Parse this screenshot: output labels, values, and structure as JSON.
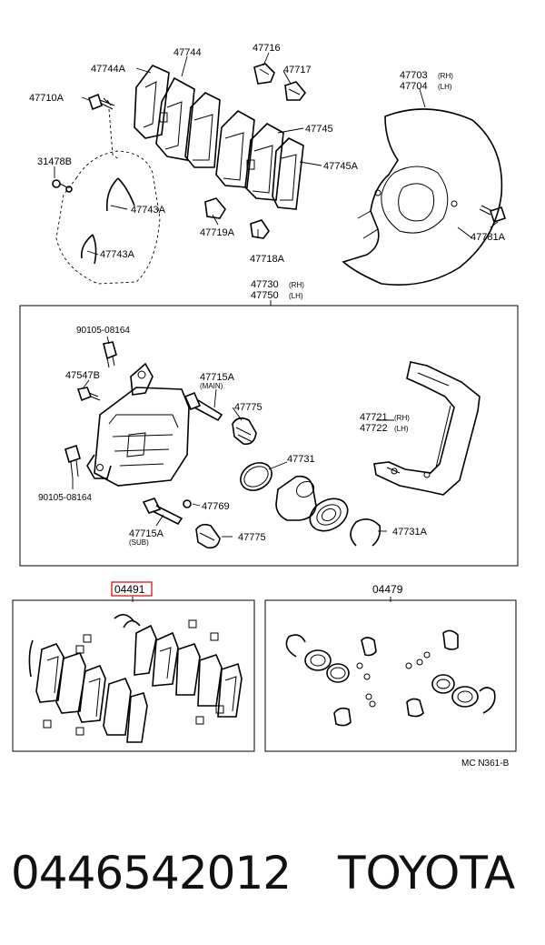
{
  "labels": {
    "p47744": "47744",
    "p47744A": "47744A",
    "p47710A": "47710A",
    "p47716": "47716",
    "p47717": "47717",
    "p47703": "47703",
    "p47703_rh": "(RH)",
    "p47704": "47704",
    "p47704_lh": "(LH)",
    "p31478B": "31478B",
    "p47743A_1": "47743A",
    "p47743A_2": "47743A",
    "p47745": "47745",
    "p47745A": "47745A",
    "p47719A": "47719A",
    "p47718A": "47718A",
    "p47781A": "47781A",
    "p47730": "47730",
    "p47730_rh": "(RH)",
    "p47750": "47750",
    "p47750_lh": "(LH)",
    "p90105_top": "90105-08164",
    "p47547B": "47547B",
    "p47715A_main": "47715A",
    "p47715A_main_sub": "(MAIN)",
    "p47775_1": "47775",
    "p47731": "47731",
    "p47721": "47721",
    "p47721_rh": "(RH)",
    "p47722": "47722",
    "p47722_lh": "(LH)",
    "p90105_bottom": "90105-08164",
    "p47769": "47769",
    "p47715A_sub": "47715A",
    "p47715A_sub_sub": "(SUB)",
    "p47775_2": "47775",
    "p47731A": "47731A",
    "p04491": "04491",
    "p04479": "04479",
    "ref_code": "MC N361-B"
  },
  "highlight_color": "#e0202a",
  "footer": {
    "part_number": "0446542012",
    "brand": "TOYOTA"
  }
}
